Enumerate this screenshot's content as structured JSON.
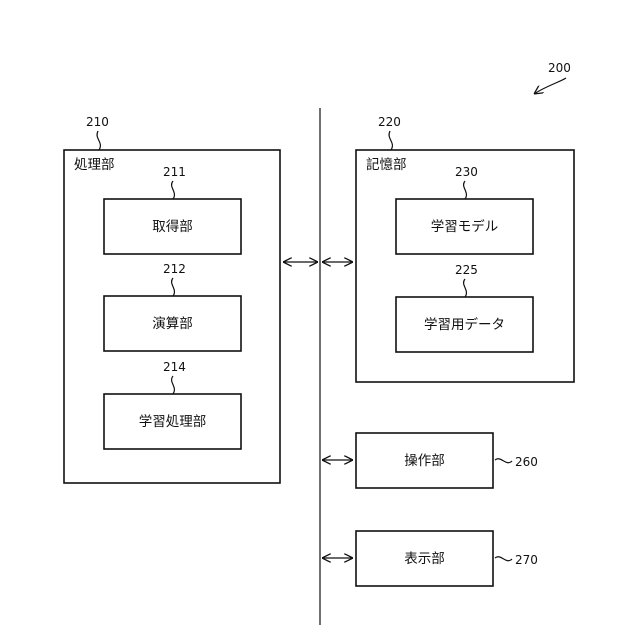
{
  "figure_ref": "200",
  "processing_unit": {
    "ref": "210",
    "title": "処理部",
    "blocks": [
      {
        "ref": "211",
        "label": "取得部"
      },
      {
        "ref": "212",
        "label": "演算部"
      },
      {
        "ref": "214",
        "label": "学習処理部"
      }
    ]
  },
  "storage_unit": {
    "ref": "220",
    "title": "記憶部",
    "blocks": [
      {
        "ref": "230",
        "label": "学習モデル"
      },
      {
        "ref": "225",
        "label": "学習用データ"
      }
    ]
  },
  "operation_unit": {
    "ref": "260",
    "label": "操作部"
  },
  "display_unit": {
    "ref": "270",
    "label": "表示部"
  }
}
